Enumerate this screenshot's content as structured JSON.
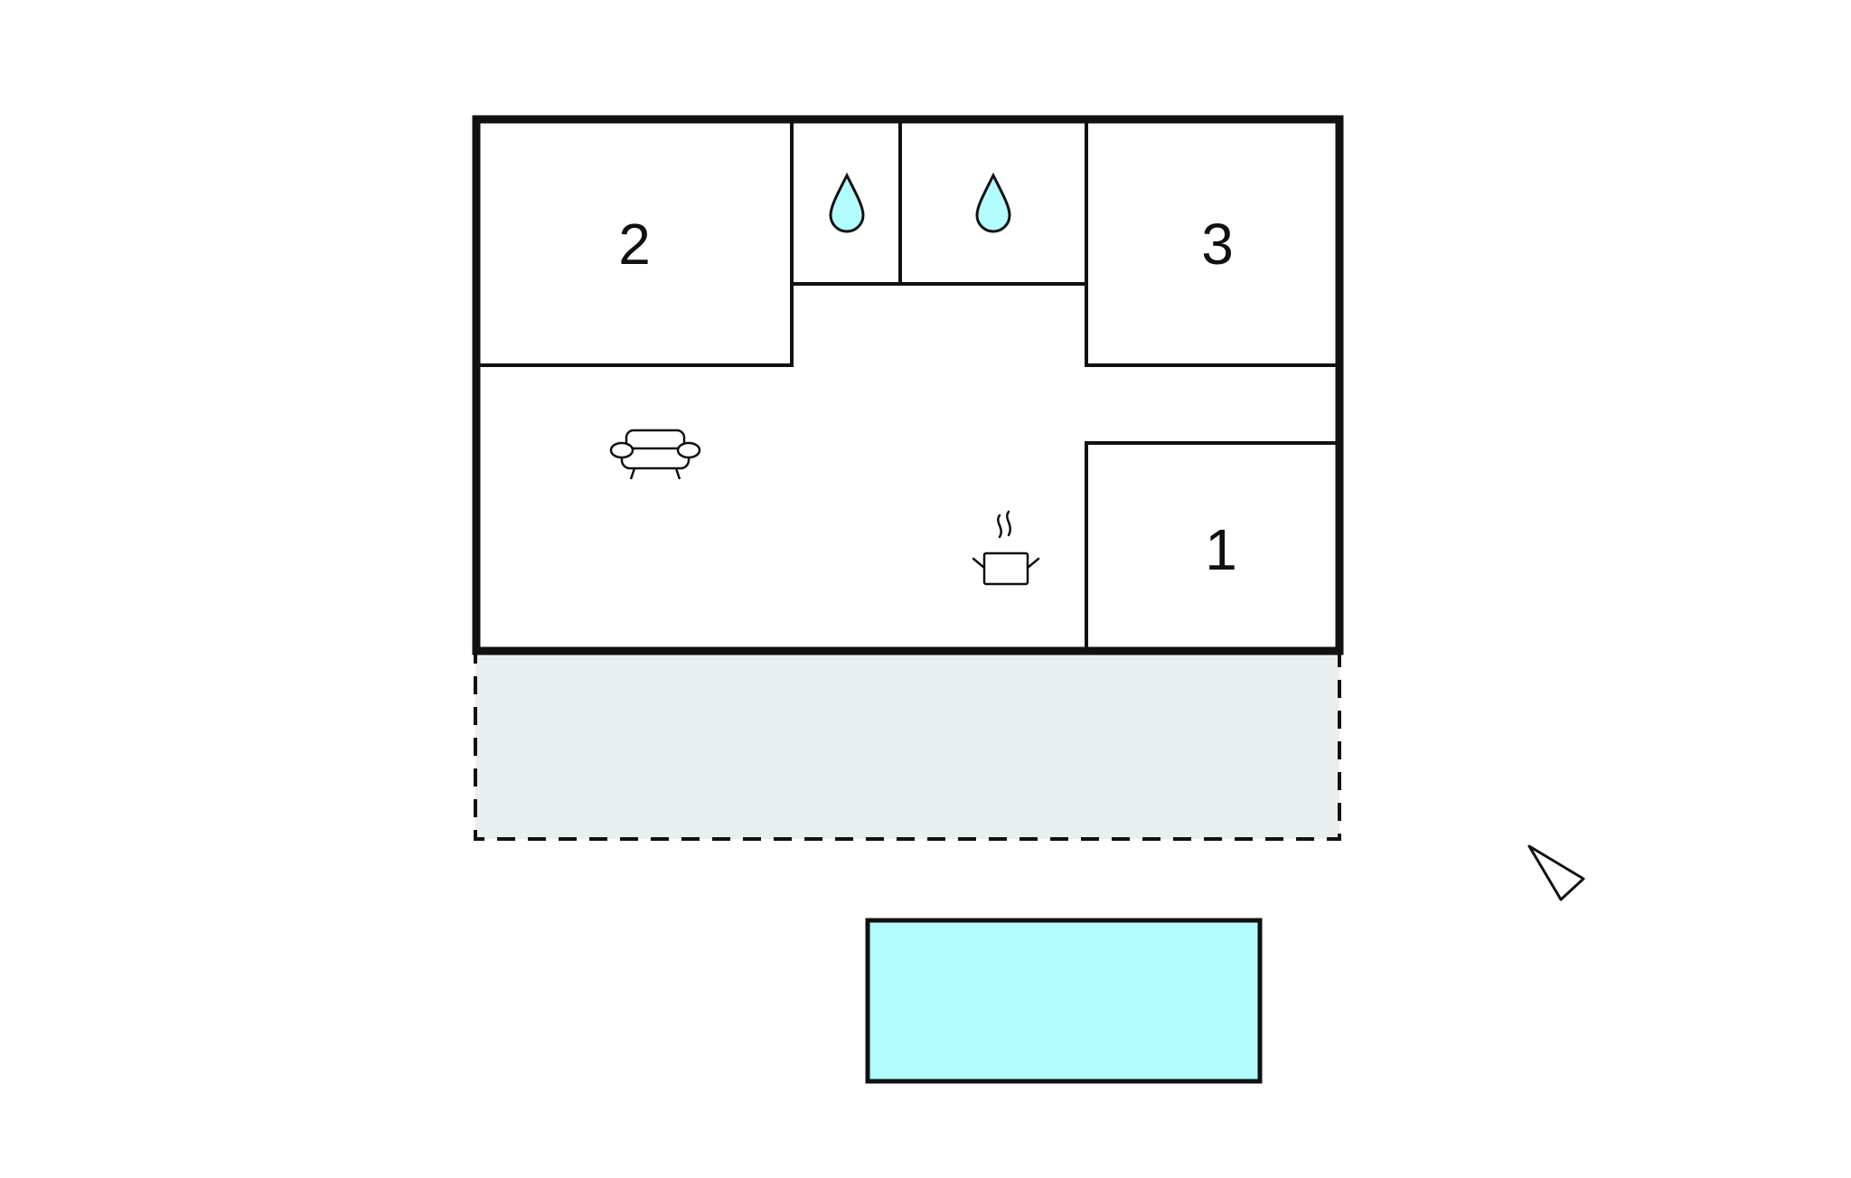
{
  "floorplan": {
    "rooms": [
      {
        "id": "bedroom-2",
        "label": "2"
      },
      {
        "id": "bedroom-3",
        "label": "3"
      },
      {
        "id": "bedroom-1",
        "label": "1"
      }
    ],
    "icons": [
      "water-drop-icon",
      "water-drop-icon",
      "sofa-icon",
      "cooking-pot-icon",
      "north-arrow-icon"
    ],
    "colors": {
      "wall": "#111111",
      "water": "#b3fdff",
      "terrace": "#e8efee",
      "background": "#ffffff"
    }
  }
}
